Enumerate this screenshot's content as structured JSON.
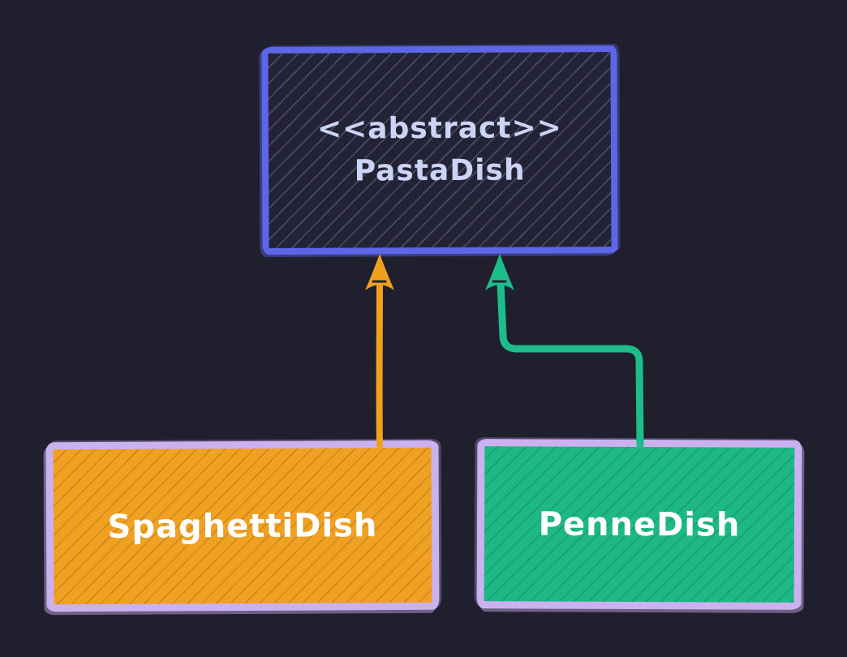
{
  "diagram": {
    "background": "#1f1f2d",
    "nodes": [
      {
        "id": "pasta-dish",
        "stereotype": "<<abstract>>",
        "name": "PastaDish",
        "fill": "#232335",
        "border_color": "#5e66e8",
        "text_color": "#ccd4f6"
      },
      {
        "id": "spaghetti-dish",
        "name": "SpaghettiDish",
        "fill": "#f0a122",
        "border_color": "#cbb1ef",
        "text_color": "#ffffff"
      },
      {
        "id": "penne-dish",
        "name": "PenneDish",
        "fill": "#1eb886",
        "border_color": "#cbb1ef",
        "text_color": "#ffffff"
      }
    ],
    "edges": [
      {
        "id": "spaghetti-inherits-pasta",
        "from": "SpaghettiDish",
        "to": "PastaDish",
        "type": "inheritance-arrow",
        "color": "#f0a11c"
      },
      {
        "id": "penne-inherits-pasta",
        "from": "PenneDish",
        "to": "PastaDish",
        "type": "inheritance-arrow",
        "color": "#1dbd8b"
      }
    ]
  }
}
